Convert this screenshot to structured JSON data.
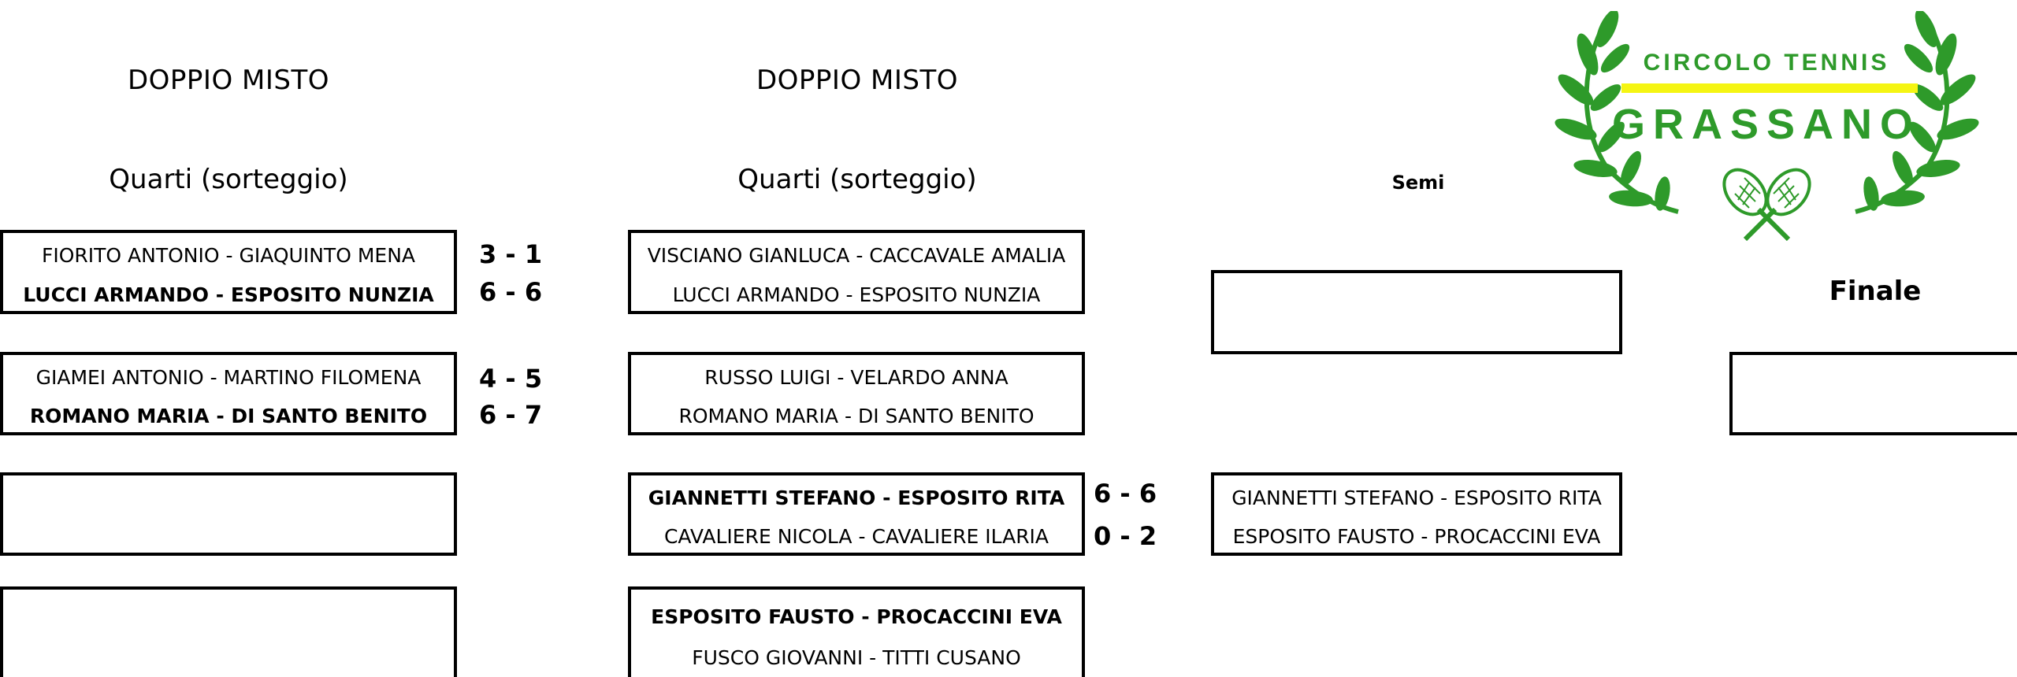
{
  "col1": {
    "title": "DOPPIO MISTO",
    "subtitle": "Quarti (sorteggio)",
    "matches": [
      {
        "team1": "FIORITO ANTONIO - GIAQUINTO MENA",
        "team2": "LUCCI ARMANDO - ESPOSITO NUNZIA",
        "score1": "3 - 1",
        "score2": "6 - 6"
      },
      {
        "team1": "GIAMEI ANTONIO - MARTINO FILOMENA",
        "team2": "ROMANO MARIA - DI SANTO BENITO",
        "score1": "4 - 5",
        "score2": "6 - 7"
      }
    ]
  },
  "col2": {
    "title": "DOPPIO MISTO",
    "subtitle": "Quarti (sorteggio)",
    "matches": [
      {
        "team1": "VISCIANO GIANLUCA - CACCAVALE AMALIA",
        "team2": "LUCCI ARMANDO - ESPOSITO NUNZIA"
      },
      {
        "team1": "RUSSO LUIGI - VELARDO ANNA",
        "team2": "ROMANO MARIA - DI SANTO BENITO"
      },
      {
        "team1": "GIANNETTI STEFANO - ESPOSITO RITA",
        "team2": "CAVALIERE NICOLA - CAVALIERE ILARIA",
        "score1": "6 - 6",
        "score2": "0 - 2"
      },
      {
        "team1": "ESPOSITO FAUSTO - PROCACCINI EVA",
        "team2": "FUSCO GIOVANNI - TITTI CUSANO"
      }
    ]
  },
  "semi": {
    "heading": "Semi",
    "matches": [
      {
        "team1": "",
        "team2": ""
      },
      {
        "team1": "GIANNETTI STEFANO - ESPOSITO RITA",
        "team2": "ESPOSITO FAUSTO - PROCACCINI EVA"
      }
    ]
  },
  "final": {
    "heading": "Finale"
  },
  "logo": {
    "line1": "CIRCOLO TENNIS",
    "line2": "GRASSANO",
    "icon": "crossed-rackets-laurel-icon",
    "color_green": "#2e9a2a",
    "color_yellow": "#f5f513"
  }
}
